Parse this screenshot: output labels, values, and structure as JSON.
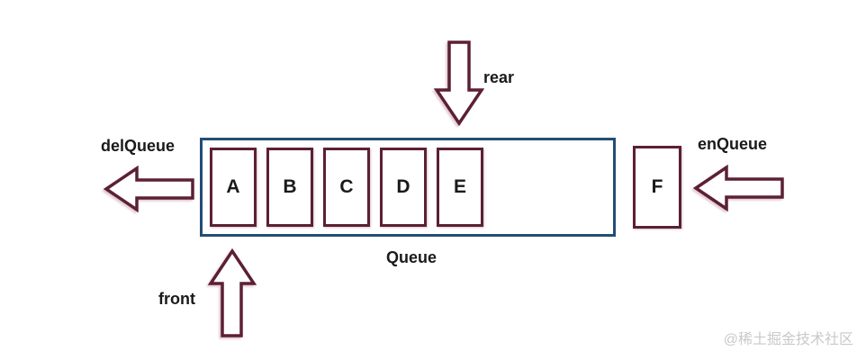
{
  "diagram": {
    "title": "Queue",
    "labels": {
      "rear": "rear",
      "front": "front",
      "enqueue": "enQueue",
      "dequeue": "delQueue"
    },
    "queue": {
      "cells": [
        "A",
        "B",
        "C",
        "D",
        "E"
      ],
      "incoming": "F"
    },
    "watermark": "@稀土掘金技术社区"
  },
  "colors": {
    "container_border": "#224e76",
    "cell_border": "#5c2033",
    "arrow_outline": "#5c2033",
    "arrow_fill": "#ffffff",
    "label_text": "#1a1a1a",
    "watermark_text": "#c9c9c9"
  }
}
